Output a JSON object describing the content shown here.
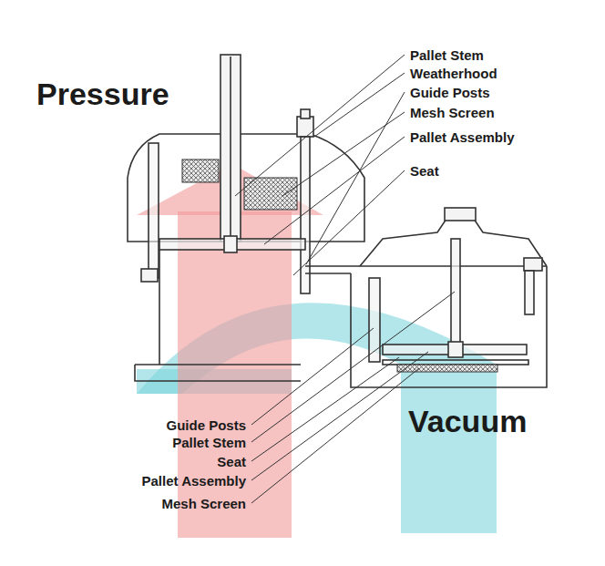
{
  "diagram": {
    "labels": [
      "Pressure",
      "Pallet Stem",
      "Weatherhood",
      "Guide Posts",
      "Mesh Screen",
      "Pallet Assembly",
      "Seat",
      "Guide Posts",
      "Pallet Stem",
      "Seat",
      "Pallet Assembly",
      "Mesh Screen",
      "Vacuum"
    ]
  }
}
